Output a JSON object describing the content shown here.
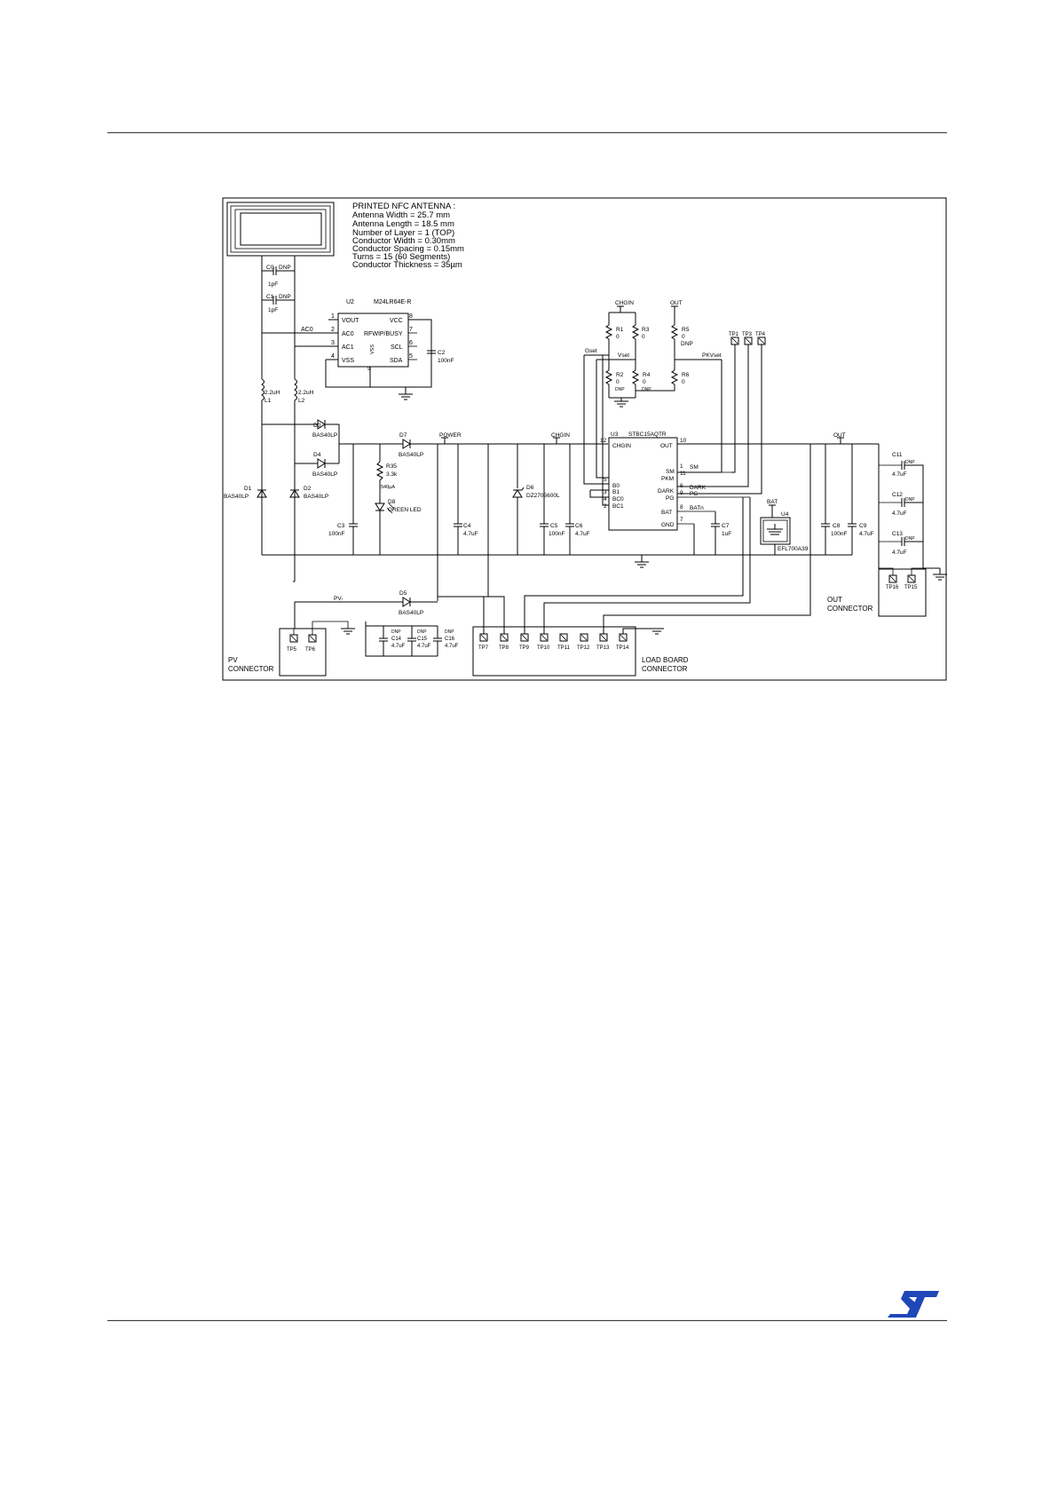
{
  "antenna_notes": {
    "title": "PRINTED NFC ANTENNA :",
    "lines": [
      "Antenna Width = 25.7 mm",
      "Antenna Length = 18.5 mm",
      "Number of Layer = 1 (TOP)",
      "Conductor Width = 0.30mm",
      "Conductor Spacing = 0.15mm",
      "Turns = 15 (60 Segments)",
      "Conductor Thickness = 35µm"
    ]
  },
  "u2": {
    "ref": "U2",
    "part": "M24LR64E-R",
    "left_pins": [
      {
        "num": "1",
        "name": "VOUT"
      },
      {
        "num": "2",
        "name": "AC0"
      },
      {
        "num": "3",
        "name": "AC1"
      },
      {
        "num": "4",
        "name": "VSS"
      }
    ],
    "right_pins": [
      {
        "num": "8",
        "name": "VCC"
      },
      {
        "num": "7",
        "name": "RFWIP/BUSY"
      },
      {
        "num": "6",
        "name": "SCL"
      },
      {
        "num": "5",
        "name": "SDA"
      }
    ],
    "pad_label": "VSS",
    "pad_num": "9"
  },
  "u3": {
    "ref": "U3",
    "part": "STBC15AQTR",
    "left_pins": [
      {
        "num": "12",
        "name": "CHGIN"
      },
      {
        "num": "5",
        "name": "B0"
      },
      {
        "num": "3",
        "name": "B1"
      },
      {
        "num": "4",
        "name": "BC0"
      },
      {
        "num": "2",
        "name": "BC1"
      }
    ],
    "right_pins": [
      {
        "num": "10",
        "name": "OUT"
      },
      {
        "num": "1",
        "name": "SM"
      },
      {
        "num": "11",
        "name": "PKM"
      },
      {
        "num": "6",
        "name": "DARK"
      },
      {
        "num": "9",
        "name": "PG"
      },
      {
        "num": "8",
        "name": "BAT"
      },
      {
        "num": "7",
        "name": "GND"
      }
    ]
  },
  "u4": {
    "ref": "U4",
    "part": "EFL700A39"
  },
  "nets": {
    "ac0": "AC0",
    "power": "POWER",
    "chgin": "CHGIN",
    "out": "OUT",
    "bat": "BAT",
    "pv_minus": "PV-",
    "gset": "Gset",
    "vset": "Vset",
    "pkvset": "PKVset",
    "sm": "SM",
    "dark": "DARK",
    "pg": "PG",
    "batn": "BATn"
  },
  "passives": {
    "c0": {
      "ref": "C0",
      "value": "1pF",
      "dnp": "DNP"
    },
    "c1": {
      "ref": "C1",
      "value": "1pF",
      "dnp": "DNP"
    },
    "c2": {
      "ref": "C2",
      "value": "100nF"
    },
    "l1": {
      "ref": "L1",
      "value": "2.2uH"
    },
    "l2": {
      "ref": "L2",
      "value": "2.2uH"
    },
    "c3": {
      "ref": "C3",
      "value": "100nF"
    },
    "c4": {
      "ref": "C4",
      "value": "4.7uF"
    },
    "c5": {
      "ref": "C5",
      "value": "100nF"
    },
    "c6": {
      "ref": "C6",
      "value": "4.7uF"
    },
    "c7": {
      "ref": "C7",
      "value": "1uF"
    },
    "c8": {
      "ref": "C8",
      "value": "100nF"
    },
    "c9": {
      "ref": "C9",
      "value": "4.7uF"
    },
    "c11": {
      "ref": "C11",
      "value": "4.7uF",
      "dnp": "DNP"
    },
    "c12": {
      "ref": "C12",
      "value": "4.7uF",
      "dnp": "DNP"
    },
    "c13": {
      "ref": "C13",
      "value": "4.7uF",
      "dnp": "DNP"
    },
    "c14": {
      "ref": "C14",
      "value": "4.7uF",
      "dnp": "DNP"
    },
    "c15": {
      "ref": "C15",
      "value": "4.7uF",
      "dnp": "DNP"
    },
    "c16": {
      "ref": "C16",
      "value": "4.7uF",
      "dnp": "DNP"
    },
    "r1": {
      "ref": "R1",
      "value": "0"
    },
    "r2": {
      "ref": "R2",
      "value": "0",
      "dnp": "DNP"
    },
    "r3": {
      "ref": "R3",
      "value": "0"
    },
    "r4": {
      "ref": "R4",
      "value": "0",
      "dnp": "DNP"
    },
    "r5": {
      "ref": "R5",
      "value": "0",
      "dnp": "DNP"
    },
    "r6": {
      "ref": "R6",
      "value": "0"
    },
    "r35": {
      "ref": "R35",
      "value": "3.3k",
      "note": "540µA"
    }
  },
  "diodes": {
    "d0": {
      "ref": "D0",
      "part": "BAS40LP"
    },
    "d1": {
      "ref": "D1",
      "part": "BAS40LP"
    },
    "d2": {
      "ref": "D2",
      "part": "BAS40LP"
    },
    "d4": {
      "ref": "D4",
      "part": "BAS40LP"
    },
    "d5": {
      "ref": "D5",
      "part": "BAS40LP"
    },
    "d6": {
      "ref": "D6",
      "part": "DZ2705600L"
    },
    "d7": {
      "ref": "D7",
      "part": "BAS40LP"
    },
    "d8": {
      "ref": "D8",
      "part": "GREEN LED"
    }
  },
  "test_points": {
    "top": [
      "TP1",
      "TP3",
      "TP4"
    ],
    "pv": [
      "TP5",
      "TP6"
    ],
    "load": [
      "TP7",
      "TP8",
      "TP9",
      "TP10",
      "TP11",
      "TP12",
      "TP13",
      "TP14"
    ],
    "out": [
      "TP16",
      "TP15"
    ]
  },
  "connectors": {
    "pv": [
      "PV",
      "CONNECTOR"
    ],
    "load": [
      "LOAD BOARD",
      "CONNECTOR"
    ],
    "out": [
      "OUT",
      "CONNECTOR"
    ]
  },
  "colors": {
    "logo": "#1f47b8"
  }
}
